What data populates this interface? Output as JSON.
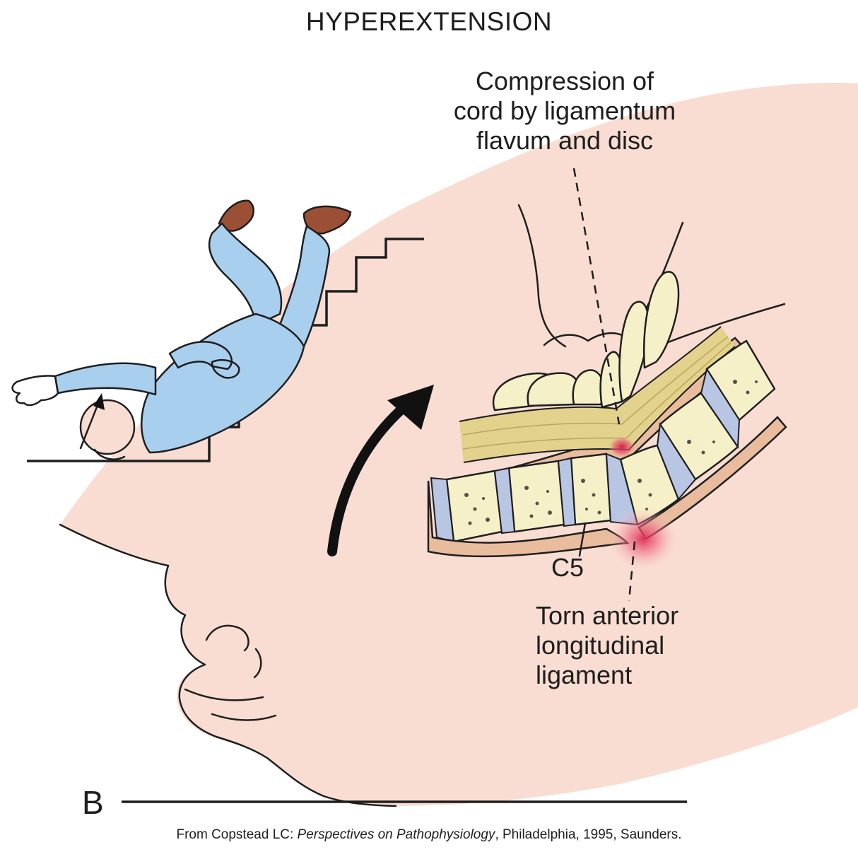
{
  "title": "HYPEREXTENSION",
  "labels": {
    "compression": [
      "Compression of",
      "cord by ligamentum",
      "flavum and disc"
    ],
    "vertebra": "C5",
    "torn_ligament": [
      "Torn anterior",
      "longitudinal",
      "ligament"
    ]
  },
  "panel_letter": "B",
  "caption": {
    "prefix": "From Copstead LC: ",
    "book": "Perspectives on Pathophysiology",
    "suffix": ", Philadelphia, 1995, Saunders."
  },
  "colors": {
    "skin": "#f9ddd3",
    "clothing": "#a9cfee",
    "shoes": "#9b4f35",
    "vertebra_fill": "#f6f0c8",
    "disc": "#b8c6e4",
    "spinal_cord": "#e3d28c",
    "ligament": "#e9bc9e",
    "injury": "#e0294f",
    "outline": "#1e1e1e"
  }
}
